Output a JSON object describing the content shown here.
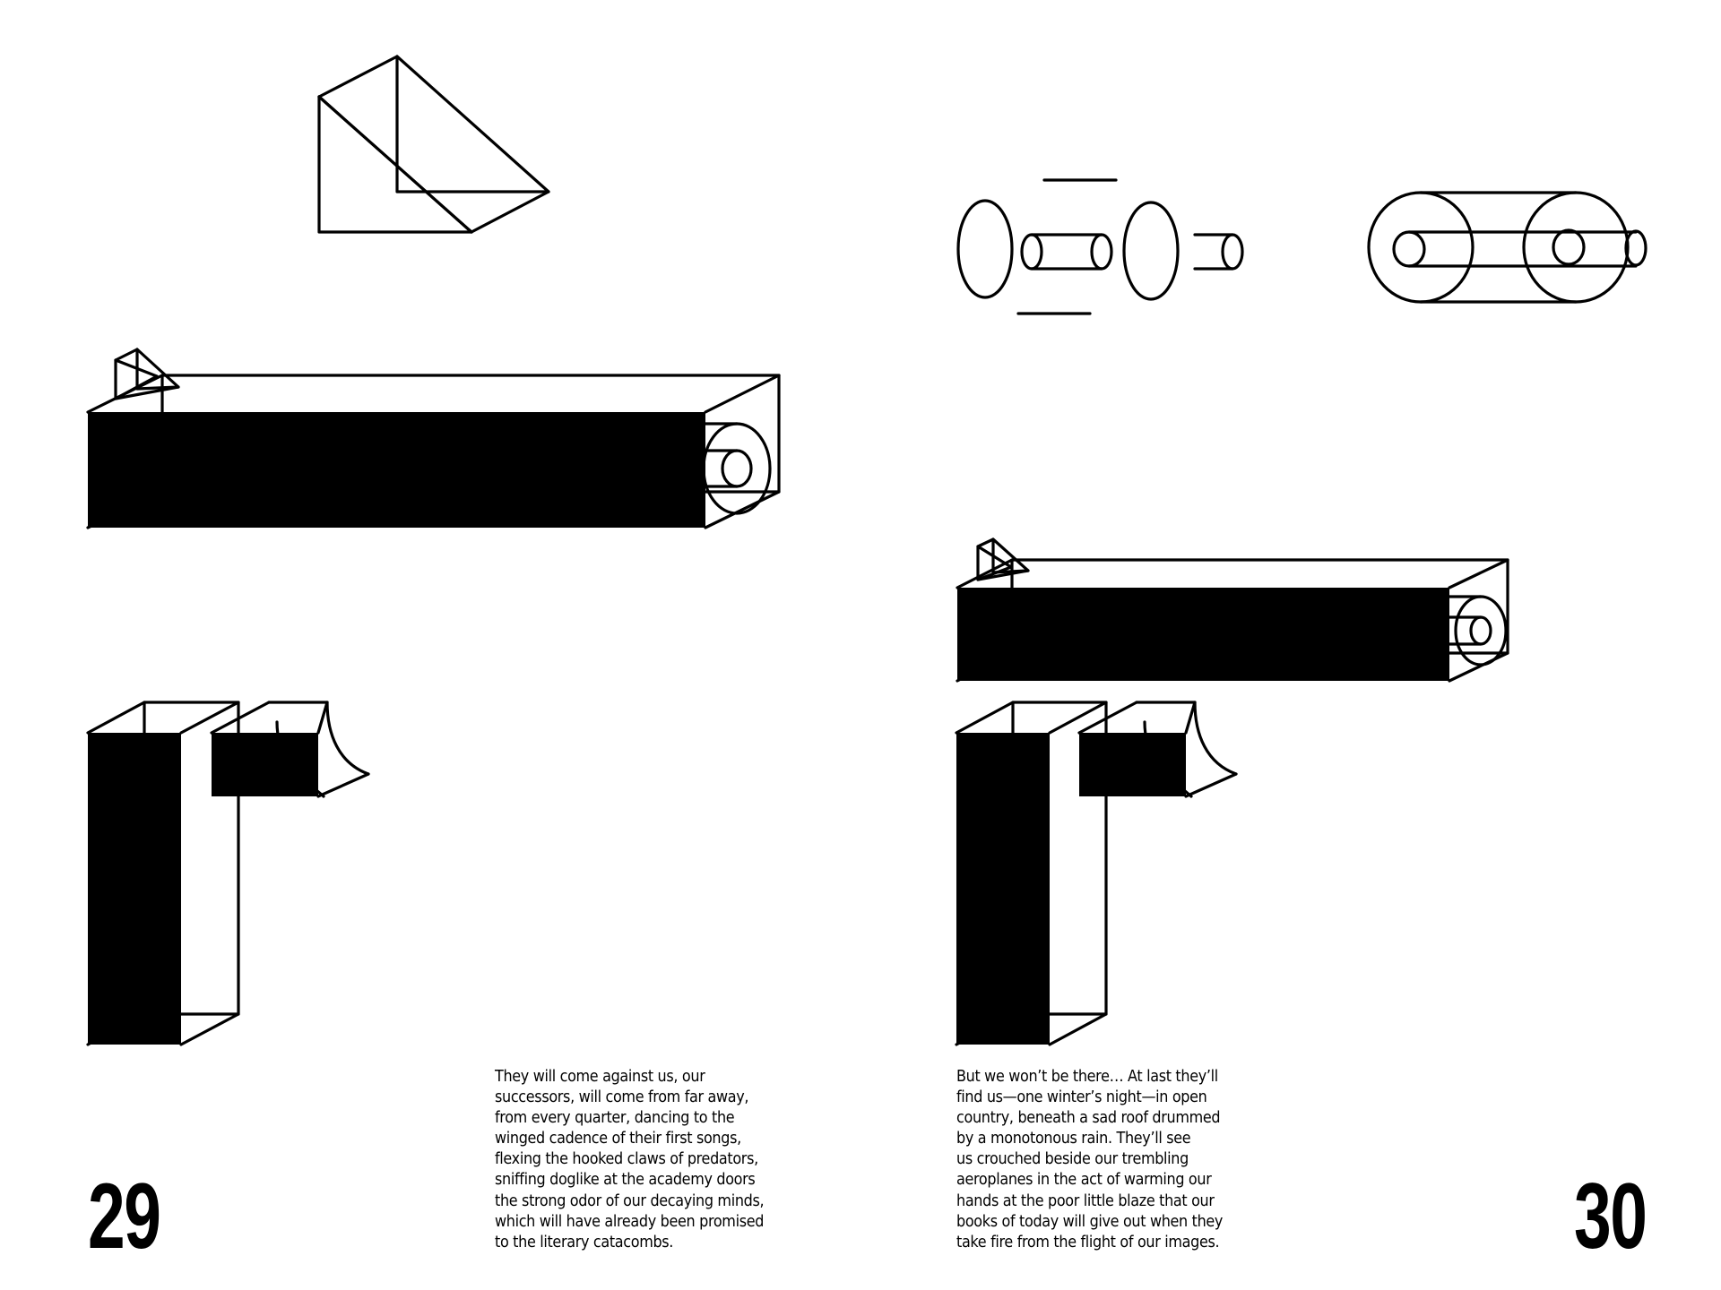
{
  "spread": {
    "left_page": {
      "number": "29",
      "text": "They will come against us, our\nsuccessors, will come from far away,\nfrom every quarter, dancing to the\nwinged cadence of their first songs,\nflexing the hooked claws of predators,\nsniffing doglike at the academy doors\nthe strong odor of our decaying minds,\nwhich will have already been promised\nto the literary catacombs."
    },
    "right_page": {
      "number": "30",
      "text": "But we won’t be there… At last they’ll\nfind us—one winter’s night—in open\ncountry, beneath a sad roof drummed\nby a monotonous rain. They’ll see\nus crouched beside our trembling\naeroplanes in the act of warming our\nhands at the poor little blaze that our\nbooks of today will give out when they\ntake fire from the flight of our images."
    }
  },
  "colors": {
    "ink": "#000000",
    "paper": "#ffffff"
  }
}
